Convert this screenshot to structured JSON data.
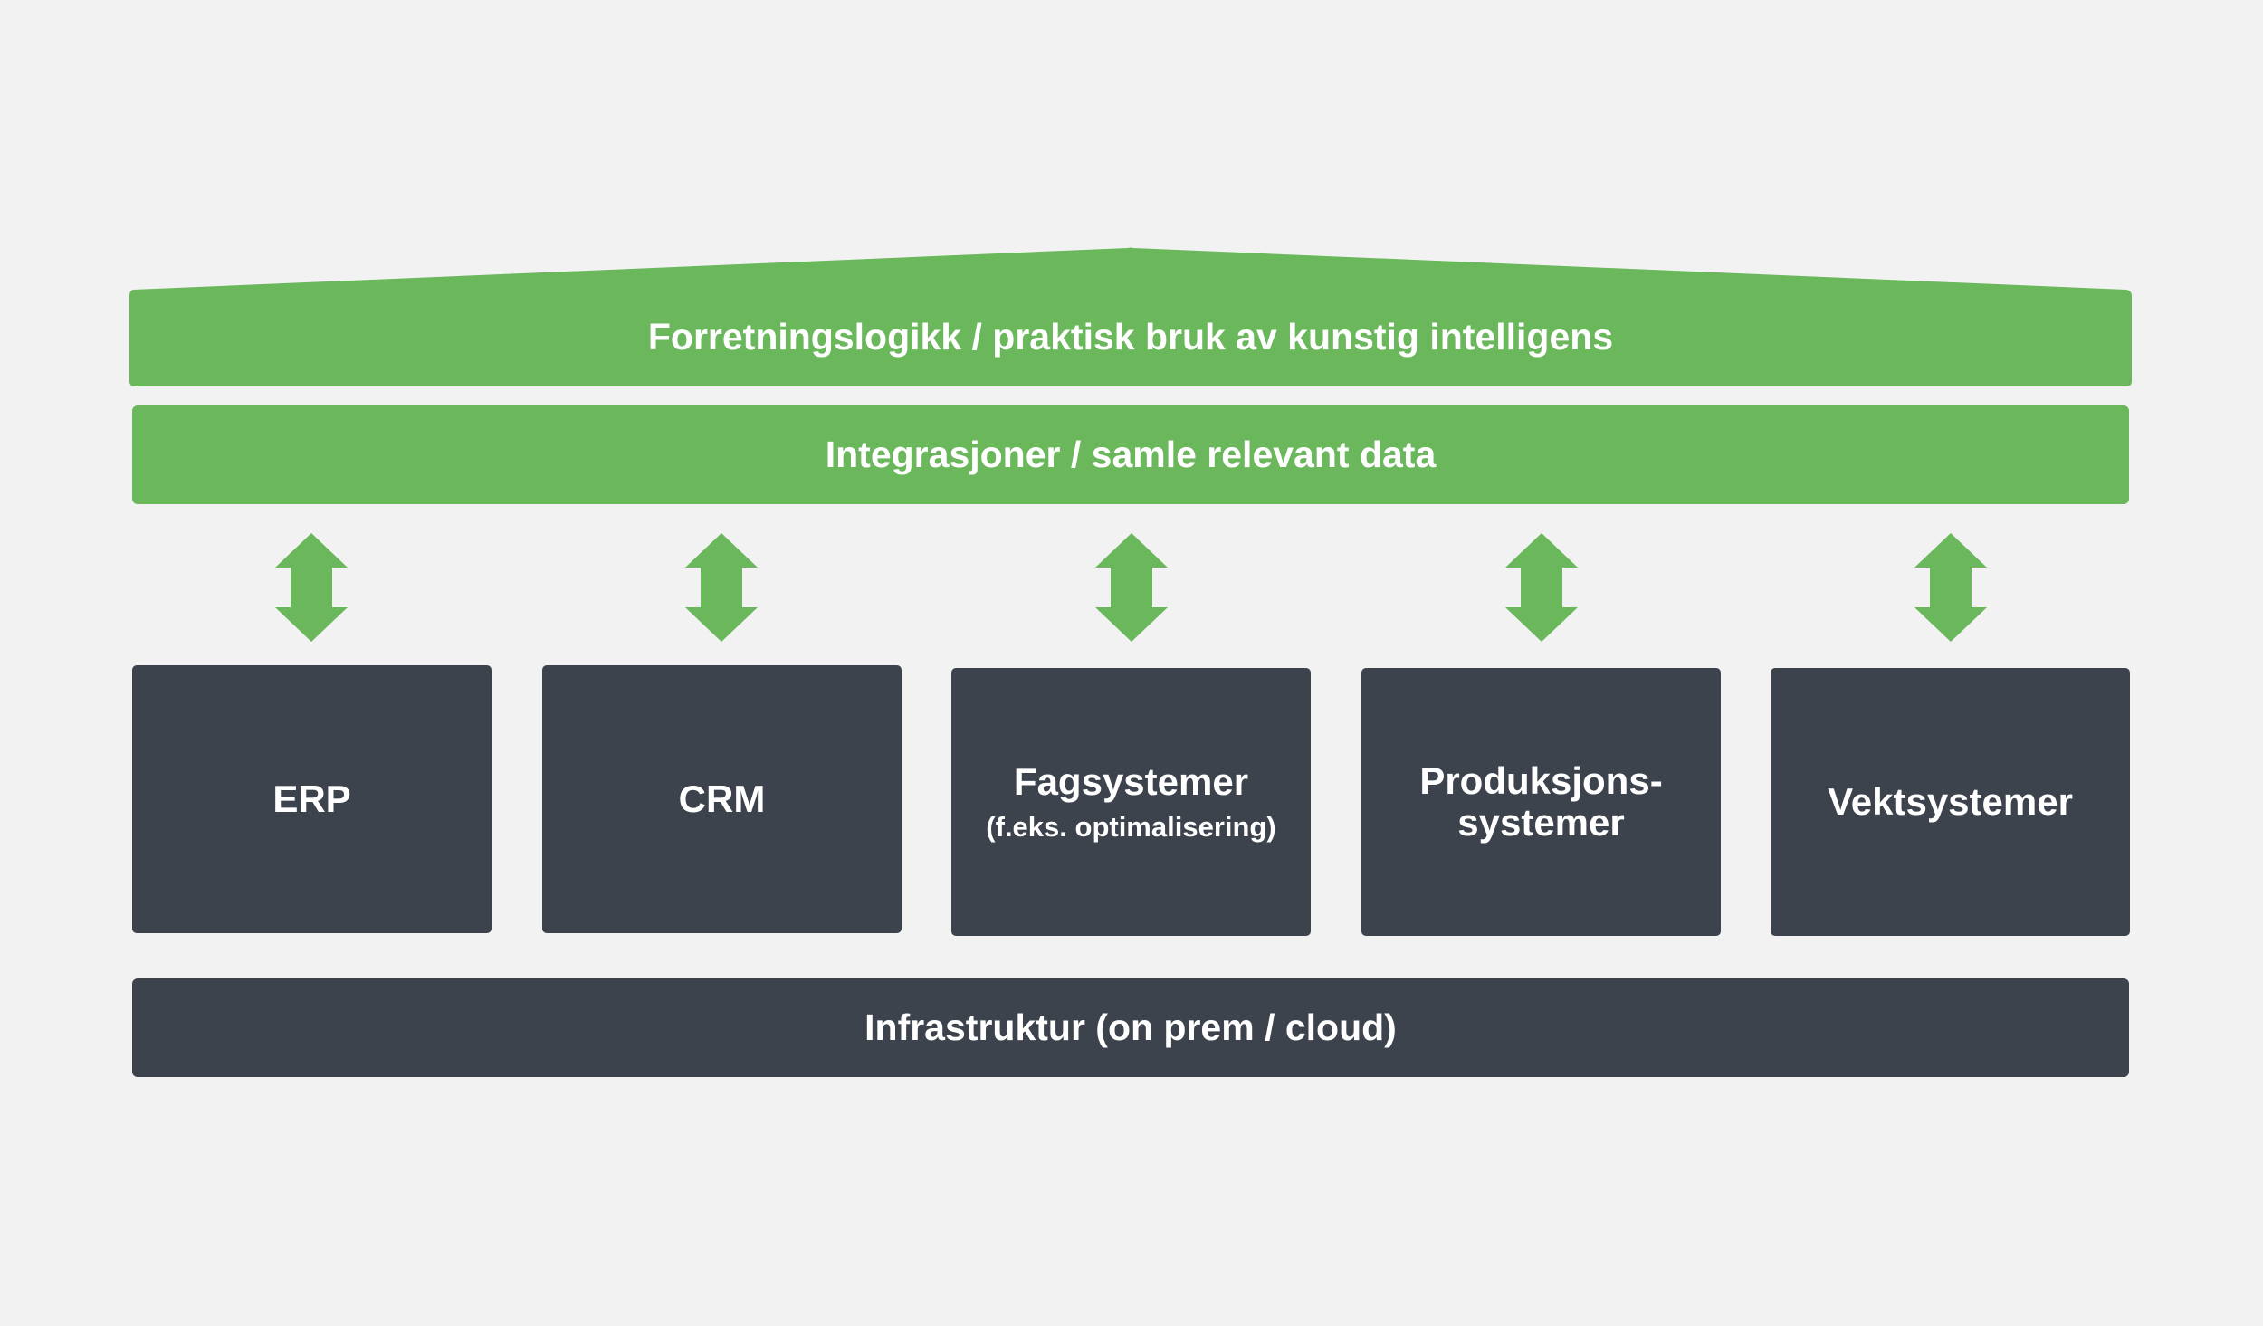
{
  "colors": {
    "background": "#f2f2f2",
    "green": "#6ab75c",
    "dark": "#3d434d",
    "text": "#ffffff"
  },
  "layers": {
    "business_logic": "Forretningslogikk / praktisk bruk av kunstig intelligens",
    "integrations": "Integrasjoner / samle relevant data",
    "infrastructure": "Infrastruktur (on prem / cloud)"
  },
  "systems": [
    {
      "label": "ERP"
    },
    {
      "label": "CRM"
    },
    {
      "label": "Fagsystemer",
      "sublabel": "(f.eks. optimalisering)"
    },
    {
      "label": "Produksjons-",
      "label_line2": "systemer"
    },
    {
      "label": "Vektsystemer"
    }
  ],
  "connector_icon": "double-headed-vertical-arrow-icon"
}
